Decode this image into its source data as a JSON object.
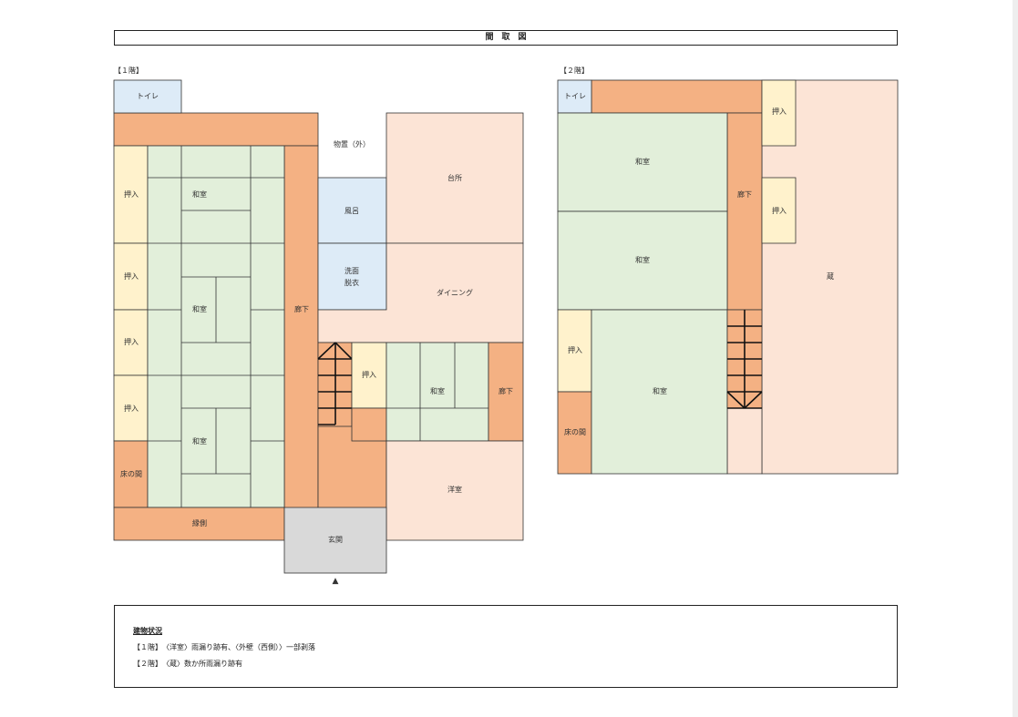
{
  "title": "間　取　図",
  "floor1": {
    "label": "【１階】",
    "rooms": {
      "toilet": "トイレ",
      "oshiire_1": "押入",
      "oshiire_2": "押入",
      "oshiire_3": "押入",
      "oshiire_4": "押入",
      "tokonoma": "床の間",
      "washitsu_1": "和室",
      "washitsu_2": "和室",
      "washitsu_3": "和室",
      "engawa": "縁側",
      "rouka": "廊下",
      "monooki": "物置（外）",
      "furo": "風呂",
      "senmen_1": "洗面",
      "senmen_2": "脱衣",
      "daidokoro": "台所",
      "dining": "ダイニング",
      "oshiire_5": "押入",
      "washitsu_4": "和室",
      "rouka_2": "廊下",
      "genkan": "玄関",
      "youshitsu": "洋室",
      "entrance_mark": "▲"
    }
  },
  "floor2": {
    "label": "【２階】",
    "rooms": {
      "toilet": "トイレ",
      "oshiire_1": "押入",
      "oshiire_2": "押入",
      "washitsu_1": "和室",
      "washitsu_2": "和室",
      "rouka": "廊下",
      "kura": "蔵",
      "oshiire_3": "押入",
      "tokonoma": "床の間",
      "washitsu_3": "和室"
    }
  },
  "building_status": {
    "heading": "建物状況",
    "line1": "【１階】　〈洋室〉雨漏り跡有、〈外壁（西側）〉一部剥落",
    "line2": "【２階】　〈蔵〉数か所雨漏り跡有"
  },
  "colors": {
    "corridor": "#f4b183",
    "tatami": "#e2efda",
    "closet": "#fff2cc",
    "water": "#ddebf7",
    "western": "#fce4d6",
    "entrance": "#d9d9d9",
    "line": "#333333"
  }
}
